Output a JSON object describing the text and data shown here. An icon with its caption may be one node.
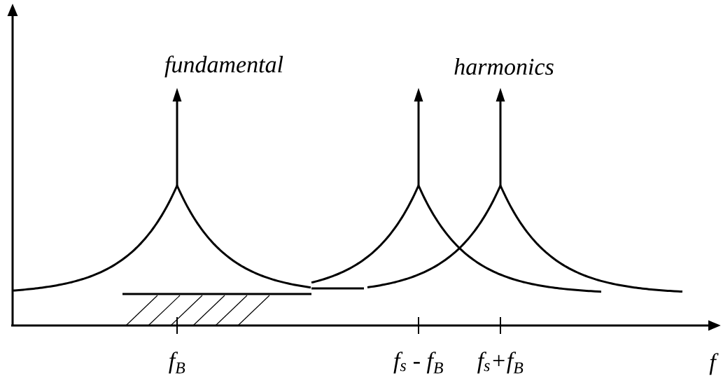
{
  "diagram": {
    "labels": [
      "fundamental",
      "harmonics",
      "f$_{B}$",
      "f$_{s}$ - f$_{B}$",
      "f$_{s}$+f$_{B}$",
      "f"
    ]
  }
}
